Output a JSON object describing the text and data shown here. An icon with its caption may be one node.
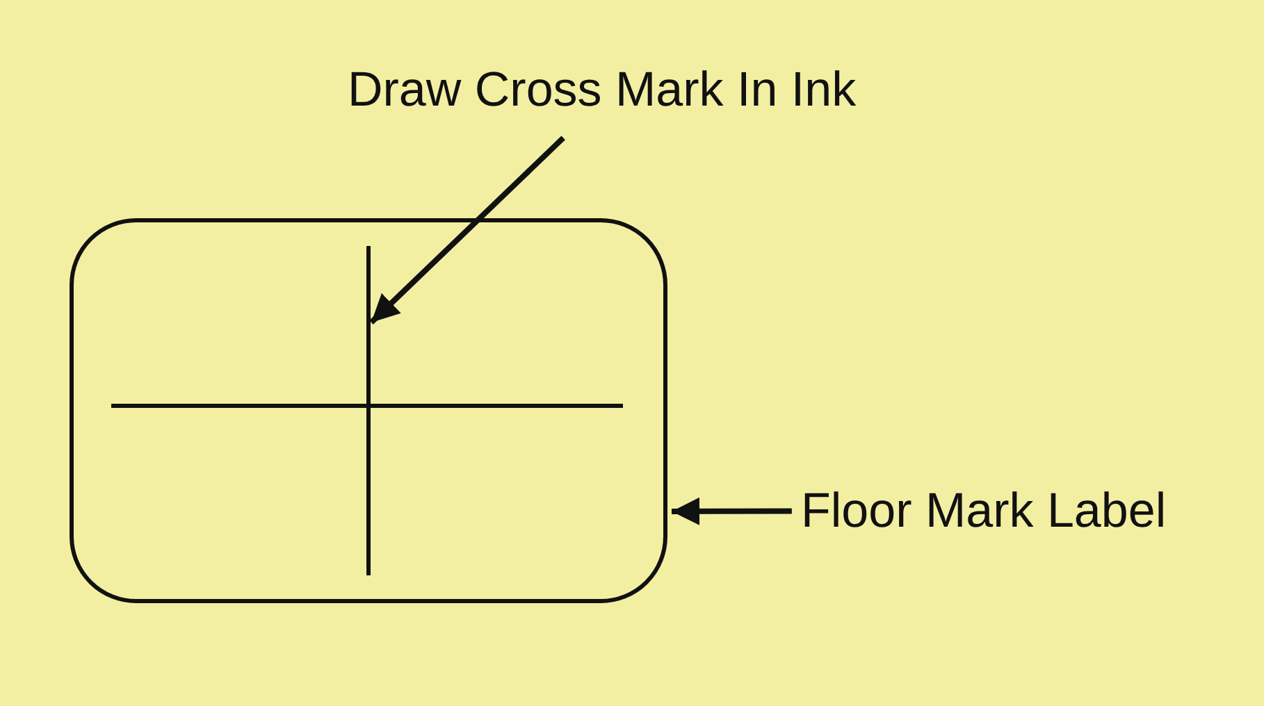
{
  "diagram": {
    "nodes": [
      {
        "text": [
          "Draw Cross Mark In Ink"
        ]
      },
      {
        "text": [],
        "shape": "box"
      },
      {
        "text": [],
        "shape": "cross",
        "in": 1
      },
      {
        "text": [
          "Floor Mark Label"
        ]
      }
    ],
    "edges": [
      {
        "from": 0,
        "to": 2,
        "arrow": "to"
      },
      {
        "from": 3,
        "to": 1,
        "arrow": "to"
      }
    ]
  }
}
